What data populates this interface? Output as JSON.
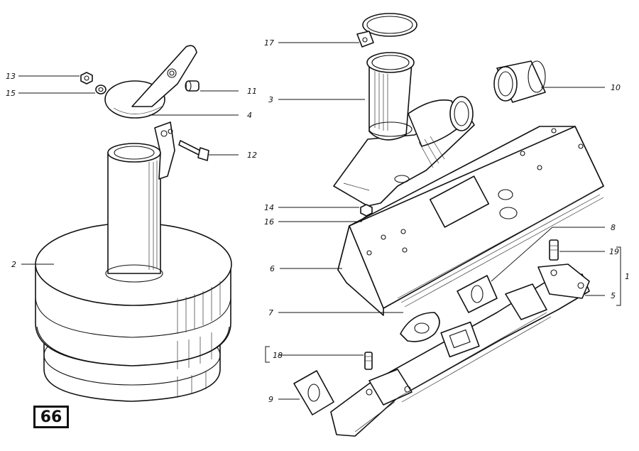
{
  "page_number": "66",
  "callouts": [
    {
      "id": "c1",
      "label": "1"
    },
    {
      "id": "c2",
      "label": "2"
    },
    {
      "id": "c3",
      "label": "3"
    },
    {
      "id": "c4",
      "label": "4"
    },
    {
      "id": "c5",
      "label": "5"
    },
    {
      "id": "c6",
      "label": "6"
    },
    {
      "id": "c7",
      "label": "7"
    },
    {
      "id": "c8",
      "label": "8"
    },
    {
      "id": "c9",
      "label": "9"
    },
    {
      "id": "c10",
      "label": "10"
    },
    {
      "id": "c11",
      "label": "11"
    },
    {
      "id": "c12",
      "label": "12"
    },
    {
      "id": "c13",
      "label": "13"
    },
    {
      "id": "c14",
      "label": "14"
    },
    {
      "id": "c15",
      "label": "15"
    },
    {
      "id": "c16",
      "label": "16"
    },
    {
      "id": "c17",
      "label": "17"
    },
    {
      "id": "c18",
      "label": "18"
    },
    {
      "id": "c19",
      "label": "19"
    }
  ]
}
